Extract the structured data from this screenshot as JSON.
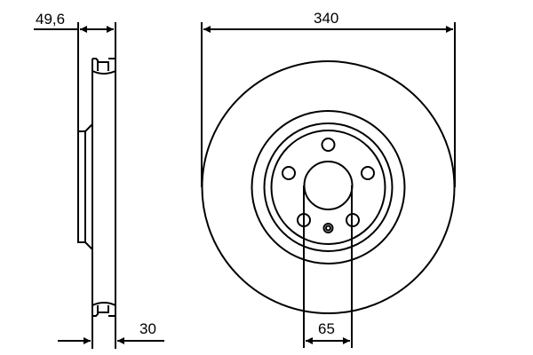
{
  "diagram": {
    "subject": "brake-disc-technical-drawing",
    "line_color": "#000000",
    "background": "#ffffff",
    "side_view": {
      "overall_height_label": "49,6",
      "thickness_label": "30"
    },
    "front_view": {
      "outer_diameter_label": "340",
      "center_bore_label": "65",
      "bolt_hole_count": 5
    }
  }
}
